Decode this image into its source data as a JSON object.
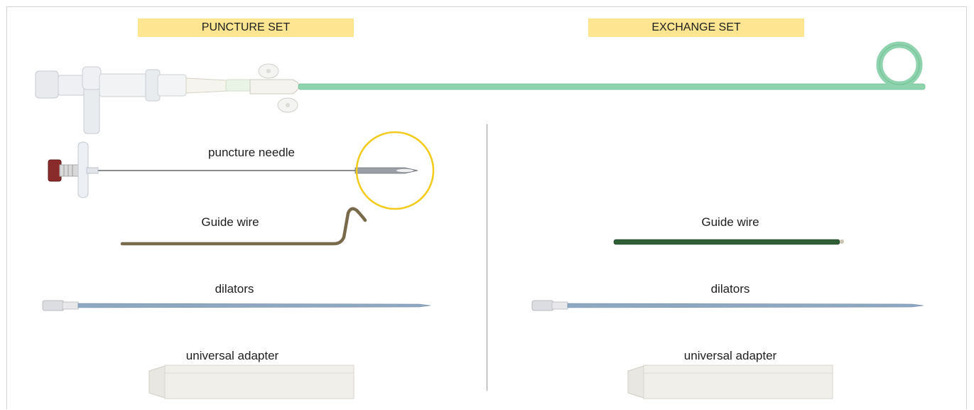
{
  "headers": {
    "puncture_set": "PUNCTURE SET",
    "exchange_set": "EXCHANGE SET"
  },
  "left_column": {
    "needle_label": "puncture needle",
    "guidewire_label": "Guide wire",
    "dilators_label": "dilators",
    "adapter_label": "universal adapter"
  },
  "right_column": {
    "guidewire_label": "Guide wire",
    "dilators_label": "dilators",
    "adapter_label": "universal adapter"
  },
  "colors": {
    "header_bg": "#fde591",
    "catheter_green": "#8fd3ae",
    "needle_highlight": "#f4cb1b",
    "left_guidewire": "#7a6a4c",
    "right_guidewire": "#2f5d35",
    "dilator_blue": "#8fa8c2"
  }
}
